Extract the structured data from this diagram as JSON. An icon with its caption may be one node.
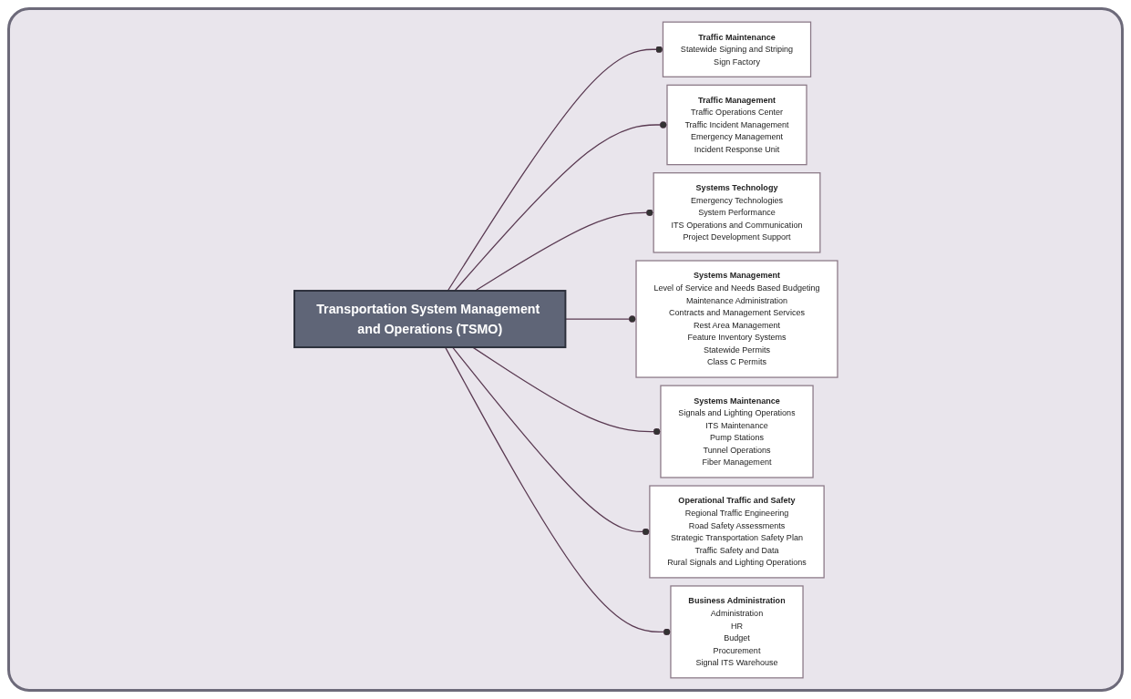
{
  "diagram": {
    "nodes": [
      {
        "text": [
          "Transportation System Management and Operations (TSMO)"
        ]
      },
      {
        "text": [
          "Traffic Maintenance",
          "Statewide Signing and Striping",
          "Sign Factory"
        ]
      },
      {
        "text": [
          "Traffic Management",
          "Traffic Operations Center",
          "Traffic Incident Management",
          "Emergency Management",
          "Incident Response Unit"
        ]
      },
      {
        "text": [
          "Systems Technology",
          "Emergency Technologies",
          "System Performance",
          "ITS Operations and Communication",
          "Project Development Support"
        ]
      },
      {
        "text": [
          "Systems Management",
          "Level of Service and Needs Based Budgeting",
          "Maintenance Administration",
          "Contracts and Management Services",
          "Rest Area Management",
          "Feature Inventory Systems",
          "Statewide Permits",
          "Class C Permits"
        ]
      },
      {
        "text": [
          "Systems Maintenance",
          "Signals and Lighting Operations",
          "ITS Maintenance",
          "Pump Stations",
          "Tunnel Operations",
          "Fiber Management"
        ]
      },
      {
        "text": [
          "Operational Traffic and Safety",
          "Regional Traffic Engineering",
          "Road Safety Assessments",
          "Strategic Transportation Safety Plan",
          "Traffic Safety and Data",
          "Rural Signals and Lighting Operations"
        ]
      },
      {
        "text": [
          "Business Administration",
          "Administration",
          "HR",
          "Budget",
          "Procurement",
          "Signal ITS Warehouse"
        ]
      }
    ],
    "edges": [
      {
        "from": 0,
        "to": 1,
        "arrow": "other"
      },
      {
        "from": 0,
        "to": 2,
        "arrow": "other"
      },
      {
        "from": 0,
        "to": 3,
        "arrow": "other"
      },
      {
        "from": 0,
        "to": 4,
        "arrow": "other"
      },
      {
        "from": 0,
        "to": 5,
        "arrow": "other"
      },
      {
        "from": 0,
        "to": 6,
        "arrow": "other"
      },
      {
        "from": 0,
        "to": 7,
        "arrow": "other"
      }
    ]
  }
}
